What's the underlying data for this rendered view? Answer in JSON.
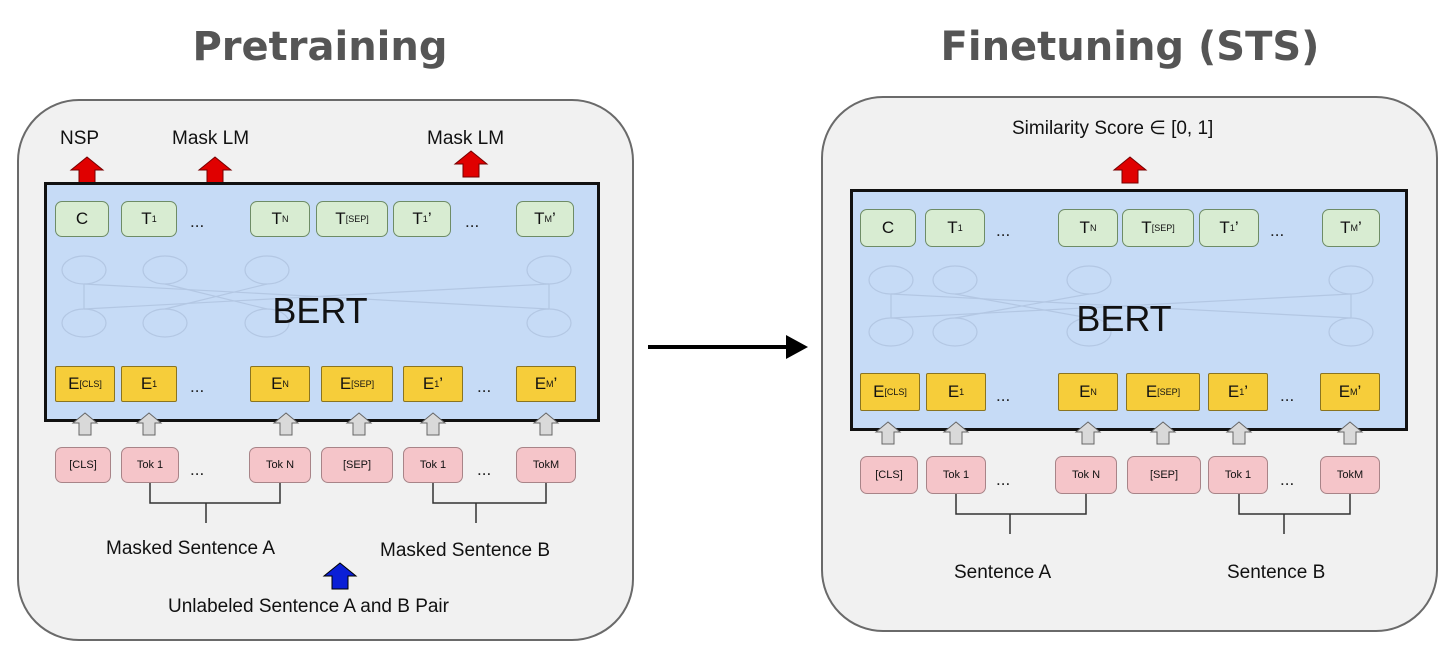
{
  "left": {
    "title": "Pretraining",
    "model_label": "BERT",
    "outputs": [
      "NSP",
      "Mask LM",
      "Mask LM"
    ],
    "top_tokens": [
      "C",
      "T",
      "T",
      "T",
      "T",
      "T"
    ],
    "top_subs": [
      "",
      "1",
      "N",
      "[SEP]",
      "1",
      "M"
    ],
    "top_primes": [
      "",
      "",
      "",
      "",
      "’",
      "’"
    ],
    "embed_tokens": [
      "E",
      "E",
      "E",
      "E",
      "E",
      "E"
    ],
    "embed_subs": [
      "[CLS]",
      "1",
      "N",
      "[SEP]",
      "1",
      "M"
    ],
    "embed_primes": [
      "",
      "",
      "",
      "",
      "’",
      "’"
    ],
    "input_tokens": [
      "[CLS]",
      "Tok 1",
      "Tok N",
      "[SEP]",
      "Tok 1",
      "TokM"
    ],
    "ellipsis": "...",
    "sentence_a": "Masked Sentence A",
    "sentence_b": "Masked Sentence B",
    "pair_label": "Unlabeled Sentence A and B Pair",
    "colors": {
      "output_arrow": "#e00000",
      "input_arrow": "#0a1fd6"
    }
  },
  "right": {
    "title": "Finetuning (STS)",
    "model_label": "BERT",
    "output": "Similarity Score ∈ [0, 1]",
    "top_tokens": [
      "C",
      "T",
      "T",
      "T",
      "T",
      "T"
    ],
    "top_subs": [
      "",
      "1",
      "N",
      "[SEP]",
      "1",
      "M"
    ],
    "top_primes": [
      "",
      "",
      "",
      "",
      "’",
      "’"
    ],
    "embed_tokens": [
      "E",
      "E",
      "E",
      "E",
      "E",
      "E"
    ],
    "embed_subs": [
      "[CLS]",
      "1",
      "N",
      "[SEP]",
      "1",
      "M"
    ],
    "embed_primes": [
      "",
      "",
      "",
      "",
      "’",
      "’"
    ],
    "input_tokens": [
      "[CLS]",
      "Tok 1",
      "Tok N",
      "[SEP]",
      "Tok 1",
      "TokM"
    ],
    "ellipsis": "...",
    "sentence_a": "Sentence A",
    "sentence_b": "Sentence B"
  }
}
